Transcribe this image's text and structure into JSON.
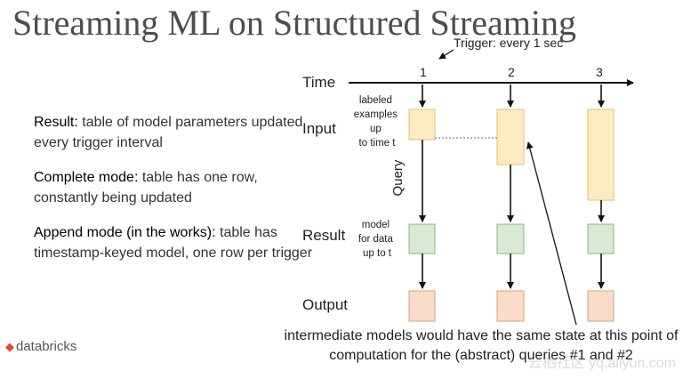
{
  "title": "Streaming ML on Structured Streaming",
  "bullets": [
    {
      "head": "Result:",
      "body": " table of model parameters updated every trigger interval"
    },
    {
      "head": "Complete mode:",
      "body": " table has one row, constantly being updated"
    },
    {
      "head": "Append mode (in the works):",
      "body": " table has timestamp-keyed  model, one row per trigger"
    }
  ],
  "logo": {
    "icon": "databricks-logo-icon",
    "text": "databricks"
  },
  "diagram": {
    "trigger_label": "Trigger: every 1 sec",
    "time_label": "Time",
    "ticks": [
      "1",
      "2",
      "3"
    ],
    "rows": {
      "input": "Input",
      "result": "Result",
      "output": "Output"
    },
    "query_label": "Query",
    "input_note": [
      "labeled",
      "examples",
      "up",
      "to time t"
    ],
    "result_note": [
      "model",
      "for data",
      "up to t"
    ],
    "colors": {
      "input_fill": "#fdebc2",
      "input_stroke": "#e6c06a",
      "result_fill": "#d9ead3",
      "result_stroke": "#8fb582",
      "output_fill": "#fbdcc8",
      "output_stroke": "#d9a07c"
    }
  },
  "caption": "intermediate  models would have the same state at this point of computation for the (abstract) queries #1 and #2",
  "watermark": "云栖社区 yq.aliyun.com"
}
